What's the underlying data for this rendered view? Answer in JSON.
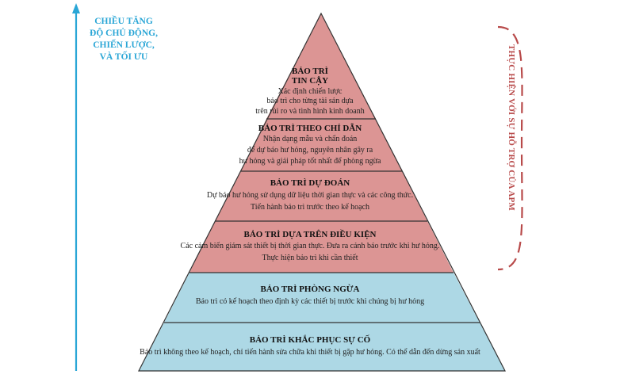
{
  "axis": {
    "label_lines": [
      "CHIỀU TĂNG",
      "ĐỘ CHỦ ĐỘNG,",
      "CHIẾN LƯỢC,",
      "VÀ TỐI ƯU"
    ]
  },
  "side_note": {
    "text": "THỰC HIỆN VỚI SỰ HỖ TRỢ CỦA APM"
  },
  "colors": {
    "upper_tiers": "#dc9594",
    "lower_tiers": "#add8e5",
    "axis": "#2aa6d6",
    "bracket": "#b84a4a",
    "outline": "#333333"
  },
  "tiers": [
    {
      "title_lines": [
        "BẢO TRÌ",
        "TIN CẬY"
      ],
      "desc_lines": [
        "Xác định chiến lược",
        "bảo trì cho từng tài sản dựa",
        "trên rủi ro và tình hình kinh doanh"
      ]
    },
    {
      "title_lines": [
        "BẢO TRÌ THEO CHỈ DẪN"
      ],
      "desc_lines": [
        "Nhận dạng mẫu và chẩn đoán",
        "để dự báo hư hỏng, nguyên nhân gây ra",
        "hư hỏng và giải pháp tốt nhất để phòng ngừa"
      ]
    },
    {
      "title_lines": [
        "BẢO TRÌ DỰ ĐOÁN"
      ],
      "desc_lines": [
        "Dự báo hư hỏng sử dụng dữ liệu thời gian thực và các công thức.",
        "Tiến hành bảo trì trước theo kế hoạch"
      ]
    },
    {
      "title_lines": [
        "BẢO TRÌ DỰA TRÊN ĐIỀU KIỆN"
      ],
      "desc_lines": [
        "Các cảm biến giám sát thiết bị thời gian thực. Đưa ra cảnh báo trước khi hư hỏng.",
        "Thực hiện bảo trì khi cần thiết"
      ]
    },
    {
      "title_lines": [
        "BẢO TRÌ PHÒNG NGỪA"
      ],
      "desc_lines": [
        "Bảo trì có kế hoạch theo định kỳ các thiết bị trước khi chúng bị hư hỏng"
      ]
    },
    {
      "title_lines": [
        "BẢO TRÌ KHẮC PHỤC SỰ CỐ"
      ],
      "desc_lines": [
        "Bảo trì không theo kế hoạch, chỉ tiến hành sửa chữa khi thiết bị gặp hư hỏng. Có thể dẫn đến dừng sản xuất"
      ]
    }
  ]
}
